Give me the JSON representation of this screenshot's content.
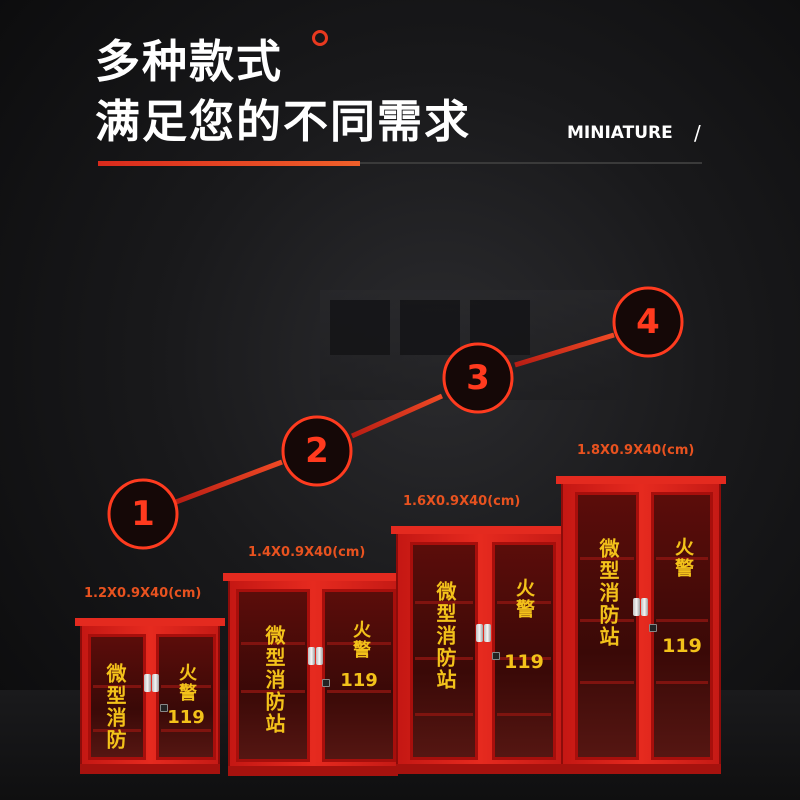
{
  "headline": {
    "line1": "多种款式",
    "line2": "满足您的不同需求",
    "subtitle": "MINIATURE",
    "slash": "/"
  },
  "accent_color": "#e8391f",
  "steps": [
    "1",
    "2",
    "3",
    "4"
  ],
  "cabinets": [
    {
      "size": "1.2X0.9X40(cm)",
      "left_text": "微型消防",
      "right_top": "火警",
      "right_bottom": "119"
    },
    {
      "size": "1.4X0.9X40(cm)",
      "left_text": "微型消防站",
      "right_top": "火警",
      "right_bottom": "119"
    },
    {
      "size": "1.6X0.9X40(cm)",
      "left_text": "微型消防站",
      "right_top": "火警",
      "right_bottom": "119"
    },
    {
      "size": "1.8X0.9X40(cm)",
      "left_text": "微型消防站",
      "right_top": "火警",
      "right_bottom": "119"
    }
  ]
}
